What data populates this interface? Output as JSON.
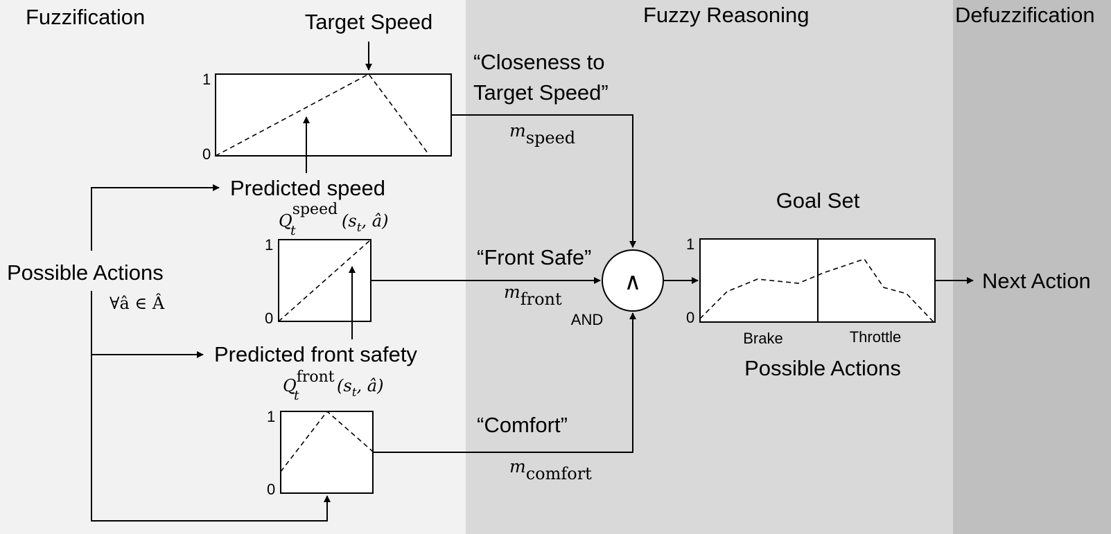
{
  "colors": {
    "fuzzification_bg": "#f2f2f2",
    "reasoning_bg": "#d9d9d9",
    "defuzzification_bg": "#bfbfbf"
  },
  "sections": {
    "fuzzification": "Fuzzification",
    "reasoning": "Fuzzy Reasoning",
    "defuzzification": "Defuzzification"
  },
  "inputs": {
    "target_speed": "Target Speed",
    "possible_actions": "Possible Actions",
    "forall": "∀â ∈ Â",
    "predicted_speed": "Predicted speed",
    "predicted_front_safety": "Predicted front safety",
    "q_speed": {
      "base": "Q",
      "sub": "t",
      "sup": "speed",
      "args": "(s",
      "args_sub": "t",
      "args_tail": ", â)"
    },
    "q_front": {
      "base": "Q",
      "sub": "t",
      "sup": "front",
      "args": "(s",
      "args_sub": "t",
      "args_tail": ", â)"
    }
  },
  "membership": {
    "one": "1",
    "zero": "0",
    "closeness": {
      "line1": "“Closeness to",
      "line2": "Target Speed”",
      "m": "m",
      "m_sub": "speed"
    },
    "front_safe": {
      "label": "“Front Safe”",
      "m": "m",
      "m_sub": "front"
    },
    "comfort": {
      "label": "“Comfort”",
      "m": "m",
      "m_sub": "comfort"
    }
  },
  "and_node": {
    "symbol": "∧",
    "label": "AND"
  },
  "goal_set": {
    "title": "Goal Set",
    "brake": "Brake",
    "throttle": "Throttle",
    "x_label": "Possible Actions"
  },
  "output": {
    "next_action": "Next Action"
  }
}
